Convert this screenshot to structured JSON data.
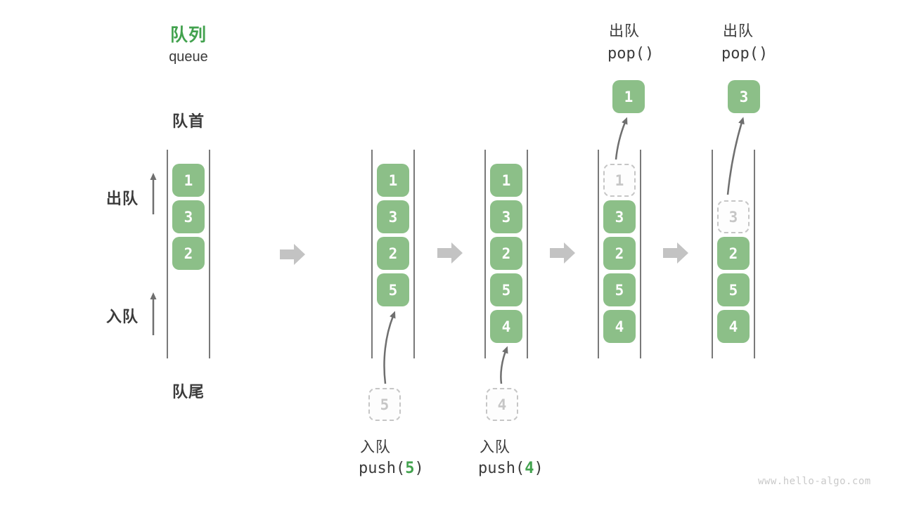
{
  "title": {
    "zh": "队列",
    "en": "queue"
  },
  "labels": {
    "front": "队首",
    "rear": "队尾",
    "dequeue_side": "出队",
    "enqueue_side": "入队"
  },
  "watermark": "www.hello-algo.com",
  "colors": {
    "block_green": "#8cbf88",
    "text_green": "#42a24e",
    "dark_text": "#3b3b3b",
    "light_gray": "#c6c6c6",
    "big_arrow_gray": "#c3c3c3",
    "thin_arrow_gray": "#6f6f6f",
    "wall_gray": "#4d4d4d"
  },
  "states": [
    {
      "name": "initial-queue",
      "blocks": [
        {
          "slot": 0,
          "value": "1",
          "removed": false
        },
        {
          "slot": 1,
          "value": "3",
          "removed": false
        },
        {
          "slot": 2,
          "value": "2",
          "removed": false
        }
      ]
    },
    {
      "name": "after-push-5",
      "blocks": [
        {
          "slot": 0,
          "value": "1",
          "removed": false
        },
        {
          "slot": 1,
          "value": "3",
          "removed": false
        },
        {
          "slot": 2,
          "value": "2",
          "removed": false
        },
        {
          "slot": 3,
          "value": "5",
          "removed": false
        }
      ],
      "operation": {
        "type": "push",
        "label": "入队",
        "code_prefix": "push(",
        "arg": "5",
        "code_suffix": ")",
        "incoming_value": "5"
      }
    },
    {
      "name": "after-push-4",
      "blocks": [
        {
          "slot": 0,
          "value": "1",
          "removed": false
        },
        {
          "slot": 1,
          "value": "3",
          "removed": false
        },
        {
          "slot": 2,
          "value": "2",
          "removed": false
        },
        {
          "slot": 3,
          "value": "5",
          "removed": false
        },
        {
          "slot": 4,
          "value": "4",
          "removed": false
        }
      ],
      "operation": {
        "type": "push",
        "label": "入队",
        "code_prefix": "push(",
        "arg": "4",
        "code_suffix": ")",
        "incoming_value": "4"
      }
    },
    {
      "name": "after-pop-1",
      "blocks": [
        {
          "slot": 0,
          "value": "1",
          "removed": true
        },
        {
          "slot": 1,
          "value": "3",
          "removed": false
        },
        {
          "slot": 2,
          "value": "2",
          "removed": false
        },
        {
          "slot": 3,
          "value": "5",
          "removed": false
        },
        {
          "slot": 4,
          "value": "4",
          "removed": false
        }
      ],
      "operation": {
        "type": "pop",
        "label": "出队",
        "code": "pop()",
        "outgoing_value": "1"
      }
    },
    {
      "name": "after-pop-3",
      "blocks": [
        {
          "slot": 1,
          "value": "3",
          "removed": true
        },
        {
          "slot": 2,
          "value": "2",
          "removed": false
        },
        {
          "slot": 3,
          "value": "5",
          "removed": false
        },
        {
          "slot": 4,
          "value": "4",
          "removed": false
        }
      ],
      "operation": {
        "type": "pop",
        "label": "出队",
        "code": "pop()",
        "outgoing_value": "3"
      }
    }
  ]
}
